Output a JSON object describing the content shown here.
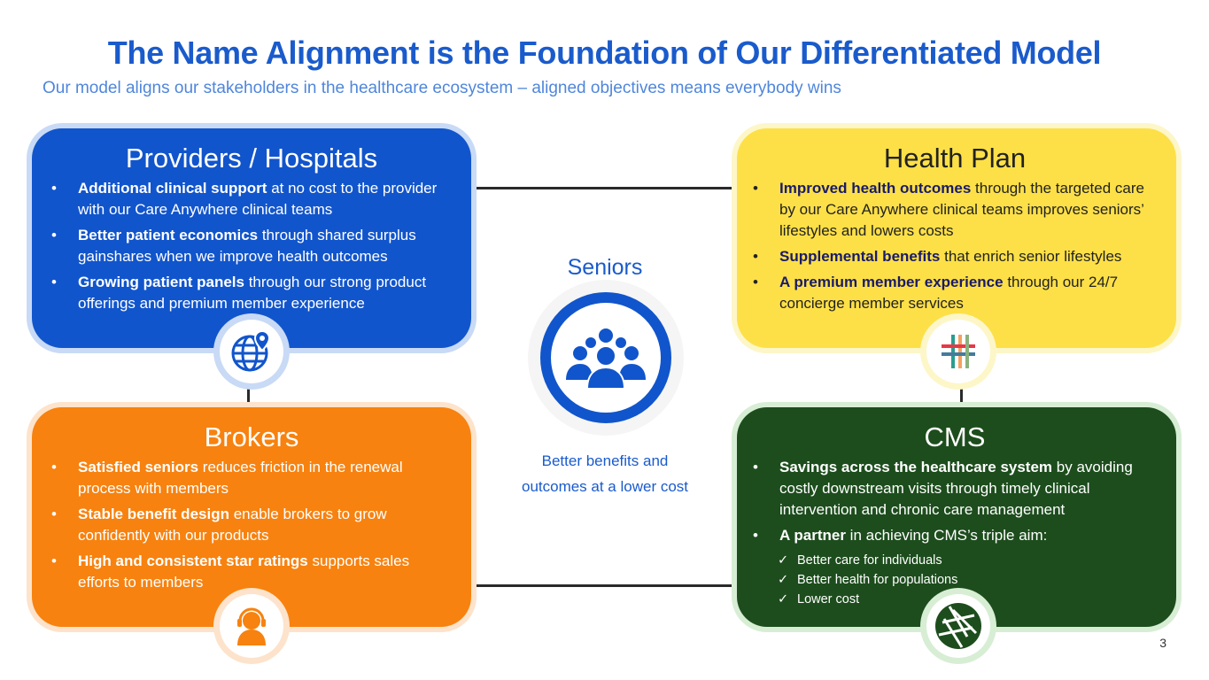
{
  "title": "The Name Alignment is the Foundation of Our Differentiated Model",
  "subtitle": "Our model aligns our stakeholders in the healthcare ecosystem – aligned objectives means everybody wins",
  "providers": {
    "heading": "Providers / Hospitals",
    "icon": "globe-pin-icon",
    "items": [
      {
        "bold": "Additional clinical support",
        "text": " at no cost to the provider with our Care Anywhere clinical teams"
      },
      {
        "bold": "Better patient economics",
        "text": " through shared surplus gainshares when we improve health outcomes"
      },
      {
        "bold": "Growing patient panels",
        "text": " through our strong product offerings and premium member experience"
      }
    ]
  },
  "health_plan": {
    "heading": "Health Plan",
    "icon": "health-plan-logo-icon",
    "items": [
      {
        "bold": "Improved health outcomes",
        "text": " through the targeted care by our Care Anywhere clinical teams improves seniors’ lifestyles and lowers costs"
      },
      {
        "bold": "Supplemental benefits",
        "text": " that enrich senior lifestyles"
      },
      {
        "bold": "A premium member experience",
        "text": " through our 24/7 concierge member services"
      }
    ]
  },
  "brokers": {
    "heading": "Brokers",
    "icon": "headset-agent-icon",
    "items": [
      {
        "bold": "Satisfied seniors",
        "text": " reduces friction in the renewal process with members"
      },
      {
        "bold": "Stable benefit design",
        "text": " enable brokers to grow confidently with our products"
      },
      {
        "bold": "High and consistent star ratings",
        "text": " supports sales efforts to members"
      }
    ]
  },
  "cms": {
    "heading": "CMS",
    "icon": "aperture-icon",
    "items": [
      {
        "bold": "Savings across the healthcare system",
        "text": " by avoiding costly downstream visits through timely clinical intervention and chronic care management"
      },
      {
        "bold": "A partner",
        "text": " in achieving CMS’s triple aim:"
      }
    ],
    "subitems": [
      "Better care for individuals",
      "Better health for populations",
      "Lower cost"
    ]
  },
  "seniors": {
    "label": "Seniors",
    "desc_line1": "Better benefits and",
    "desc_line2": "outcomes at a lower cost",
    "icon": "people-group-icon"
  },
  "page_number": "3",
  "colors": {
    "blue": "#1155cc",
    "yellow": "#fde047",
    "orange": "#f7820f",
    "green": "#1d4d1d"
  }
}
